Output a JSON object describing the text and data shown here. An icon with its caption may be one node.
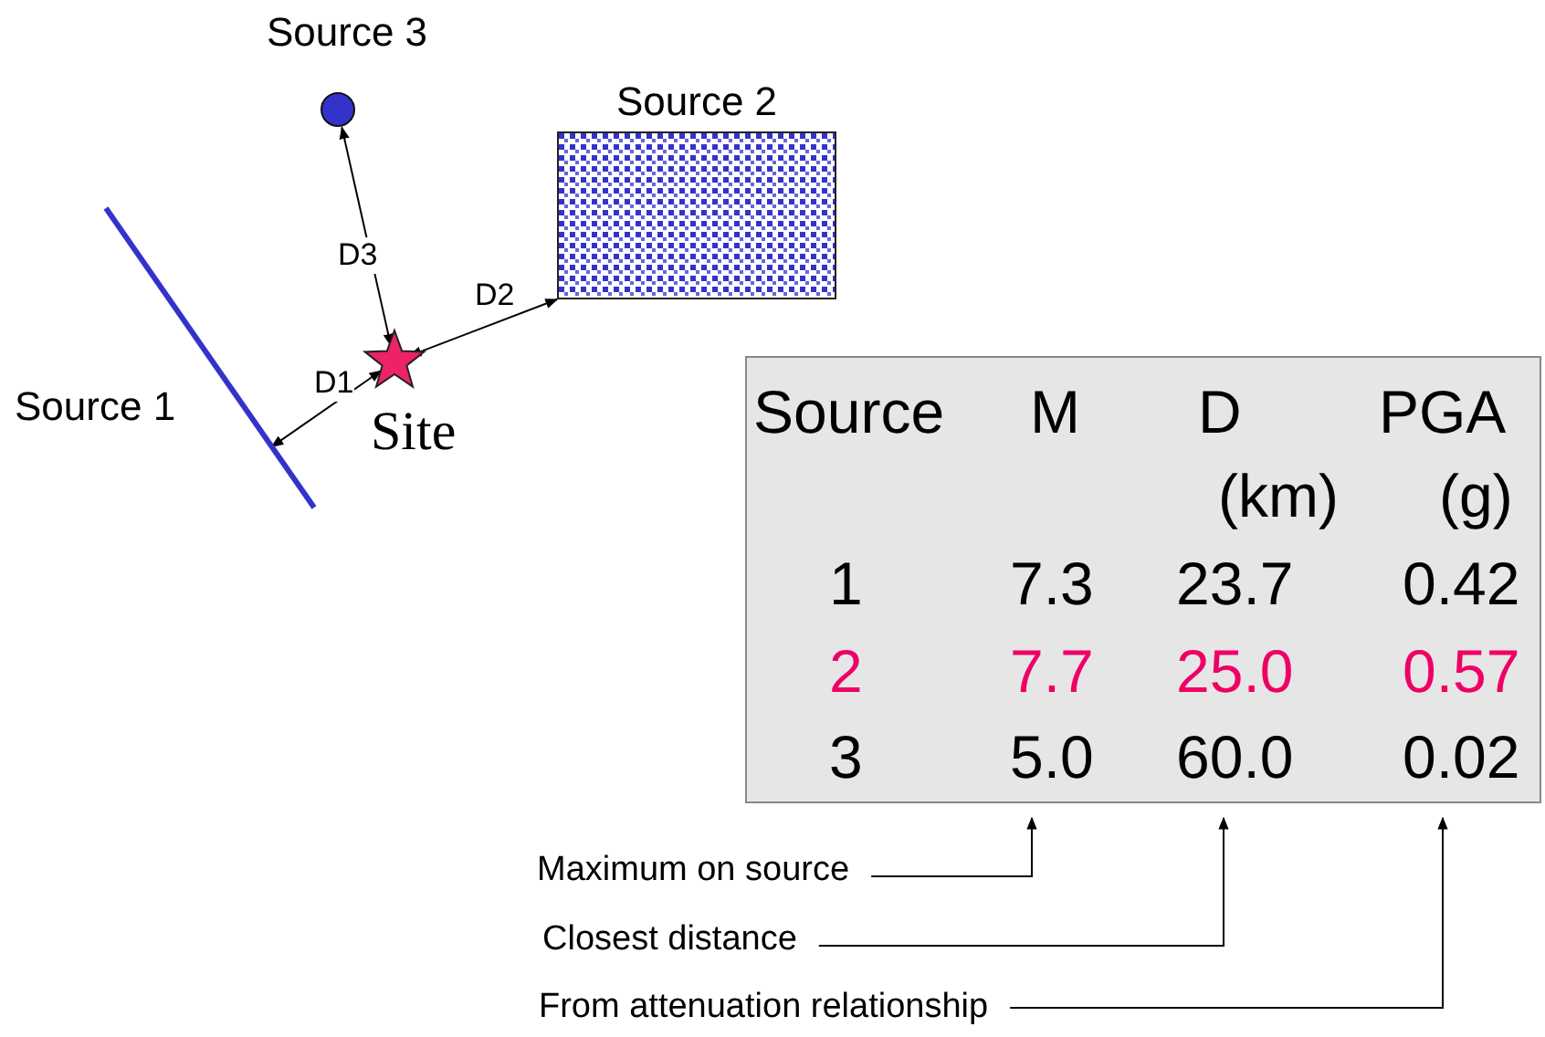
{
  "diagram": {
    "nodes": [
      {
        "text": [
          "Source 3"
        ]
      },
      {
        "text": [
          "Source 2"
        ]
      },
      {
        "text": [
          "Source 1"
        ]
      },
      {
        "text": [
          "Site"
        ]
      },
      {
        "text": [
          "Maximum on source"
        ]
      },
      {
        "text": [
          "Closest distance"
        ]
      },
      {
        "text": [
          "From attenuation relationship"
        ]
      }
    ],
    "edges": [
      {
        "from": 3,
        "to": 2,
        "arrow": "both",
        "label": "D1"
      },
      {
        "from": 3,
        "to": 1,
        "arrow": "both",
        "label": "D2"
      },
      {
        "from": 3,
        "to": 0,
        "arrow": "both",
        "label": "D3"
      },
      {
        "from": 4,
        "to": null,
        "arrow": "to"
      },
      {
        "from": 5,
        "to": null,
        "arrow": "to"
      },
      {
        "from": 6,
        "to": null,
        "arrow": "to"
      }
    ],
    "labels": [
      "Source",
      "M",
      "D",
      "PGA",
      "(km)",
      "(g)",
      "1",
      "7.3",
      "23.7",
      "0.42",
      "2",
      "7.7",
      "25.0",
      "0.57",
      "3",
      "5.0",
      "60.0",
      "0.02"
    ]
  }
}
